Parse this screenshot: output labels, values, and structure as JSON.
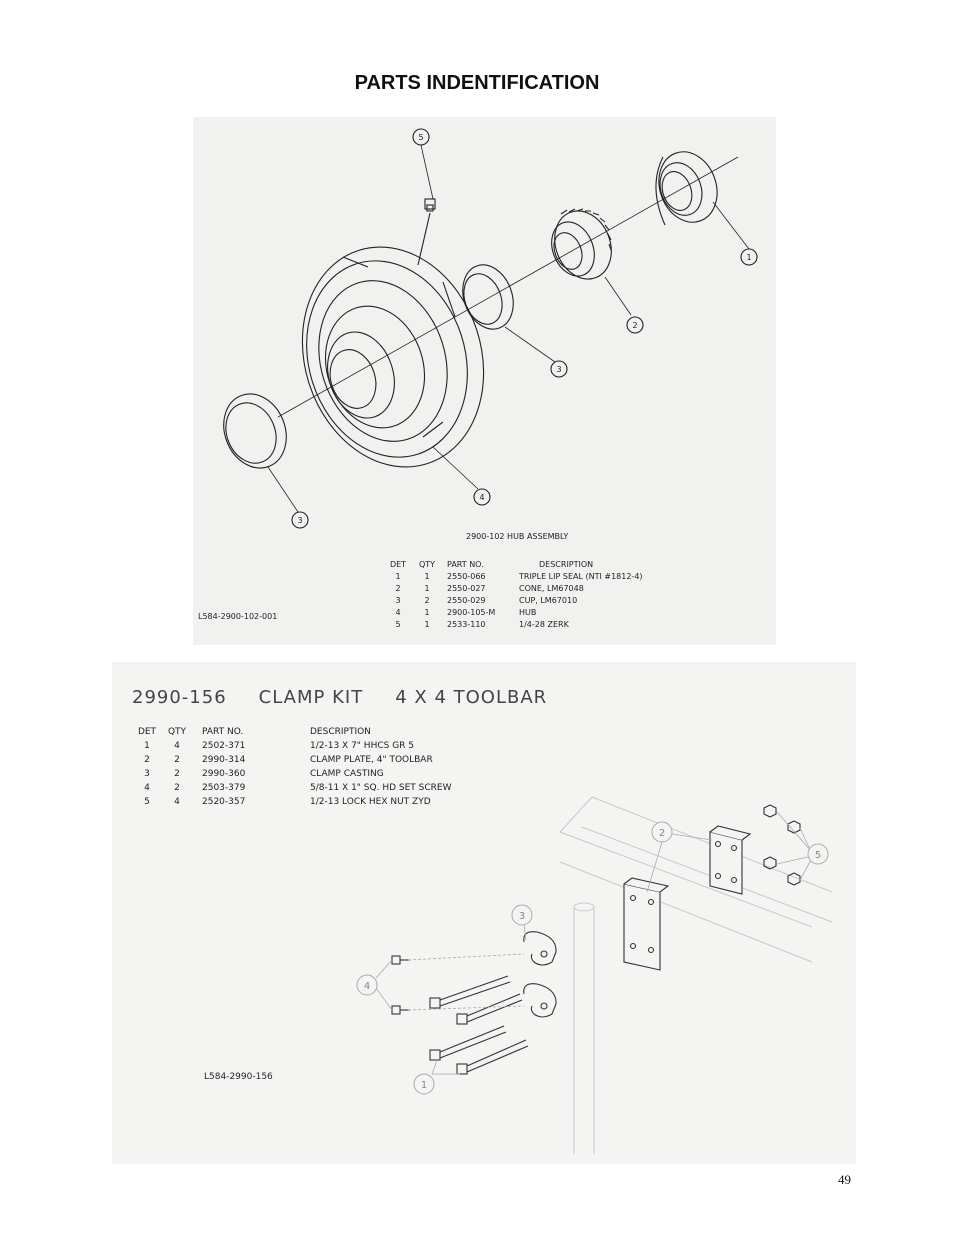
{
  "page_title": "PARTS INDENTIFICATION",
  "hub": {
    "assembly_title": "2900-102 HUB ASSEMBLY",
    "drawing_number": "L584-2900-102-001",
    "columns": [
      "DET",
      "QTY",
      "PART NO.",
      "DESCRIPTION"
    ],
    "rows": [
      [
        "1",
        "1",
        "2550-066",
        "TRIPLE LIP SEAL (NTI #1812-4)"
      ],
      [
        "2",
        "1",
        "2550-027",
        "CONE, LM67048"
      ],
      [
        "3",
        "2",
        "2550-029",
        "CUP, LM67010"
      ],
      [
        "4",
        "1",
        "2900-105-M",
        "HUB"
      ],
      [
        "5",
        "1",
        "2533-110",
        "1/4-28 ZERK"
      ]
    ],
    "balloons": [
      "5",
      "1",
      "2",
      "3",
      "4",
      "3"
    ]
  },
  "clamp": {
    "title_number": "2990-156",
    "title_name": "CLAMP KIT",
    "title_size": "4 X 4 TOOLBAR",
    "drawing_number": "L584-2990-156",
    "columns": [
      "DET",
      "QTY",
      "PART NO.",
      "DESCRIPTION"
    ],
    "rows": [
      [
        "1",
        "4",
        "2502-371",
        "1/2-13 X 7\" HHCS GR 5"
      ],
      [
        "2",
        "2",
        "2990-314",
        "CLAMP PLATE, 4\" TOOLBAR"
      ],
      [
        "3",
        "2",
        "2990-360",
        "CLAMP CASTING"
      ],
      [
        "4",
        "2",
        "2503-379",
        "5/8-11 X 1\" SQ. HD SET SCREW"
      ],
      [
        "5",
        "4",
        "2520-357",
        "1/2-13 LOCK HEX NUT ZYD"
      ]
    ],
    "balloons": [
      "2",
      "5",
      "3",
      "4",
      "1"
    ]
  },
  "page_number": "49"
}
